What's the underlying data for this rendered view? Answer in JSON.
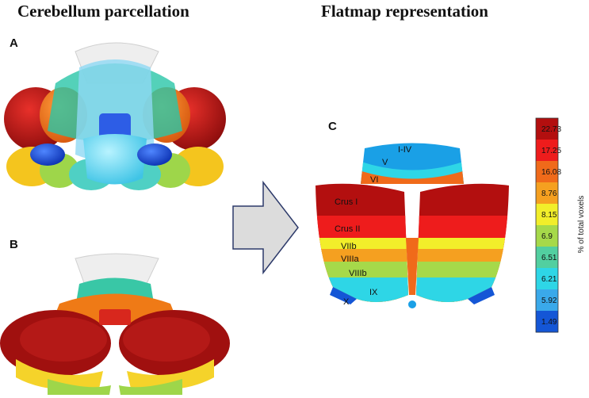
{
  "headings": {
    "left": "Cerebellum parcellation",
    "right": "Flatmap representation"
  },
  "panels": {
    "a": "A",
    "b": "B",
    "c": "C"
  },
  "lobules": [
    {
      "id": "I-IV",
      "label": "I-IV"
    },
    {
      "id": "V",
      "label": "V"
    },
    {
      "id": "VI",
      "label": "VI"
    },
    {
      "id": "CrusI",
      "label": "Crus I"
    },
    {
      "id": "CrusII",
      "label": "Crus II"
    },
    {
      "id": "VIIb",
      "label": "VIIb"
    },
    {
      "id": "VIIIa",
      "label": "VIIIa"
    },
    {
      "id": "VIIIb",
      "label": "VIIIb"
    },
    {
      "id": "IX",
      "label": "IX"
    },
    {
      "id": "X",
      "label": "X"
    }
  ],
  "colorbar": {
    "title": "% of total voxels",
    "ticks": [
      "22.73",
      "17.25",
      "16.08",
      "8.76",
      "8.15",
      "6.9",
      "6.51",
      "6.21",
      "5.92",
      "1.49"
    ],
    "colors": [
      "#b30f0f",
      "#ee1c1c",
      "#f06a1a",
      "#f5a020",
      "#f2ee2a",
      "#a6d94a",
      "#52cfa0",
      "#2ed6e6",
      "#3aa9ea",
      "#1456d6"
    ]
  }
}
